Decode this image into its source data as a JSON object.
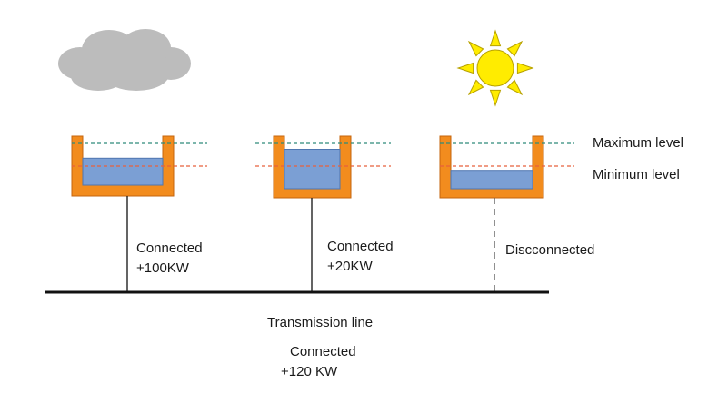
{
  "level_labels": {
    "maximum": "Maximum level",
    "minimum": "Minimum level"
  },
  "units": [
    {
      "id": "unit-1",
      "weather": "cloud",
      "fill_fraction": 0.55,
      "status": "Connected",
      "power": "+100KW",
      "connection": "connected"
    },
    {
      "id": "unit-2",
      "weather": "none",
      "fill_fraction": 0.75,
      "status": "Connected",
      "power": "+20KW",
      "connection": "connected"
    },
    {
      "id": "unit-3",
      "weather": "sun",
      "fill_fraction": 0.35,
      "status": "Discconnected",
      "power": "",
      "connection": "disconnected"
    }
  ],
  "transmission": {
    "label": "Transmission line",
    "status": "Connected",
    "power": "+120 KW"
  },
  "colors": {
    "tank_wall": "#f28c1e",
    "tank_wall_stroke": "#c4650e",
    "water": "#7b9fd4",
    "water_stroke": "#4f76b0",
    "max_line": "#2e8b7a",
    "min_line": "#e8603c",
    "cloud": "#bcbcbc",
    "sun": "#ffec00",
    "sun_stroke": "#b8a200",
    "line": "#111111"
  }
}
